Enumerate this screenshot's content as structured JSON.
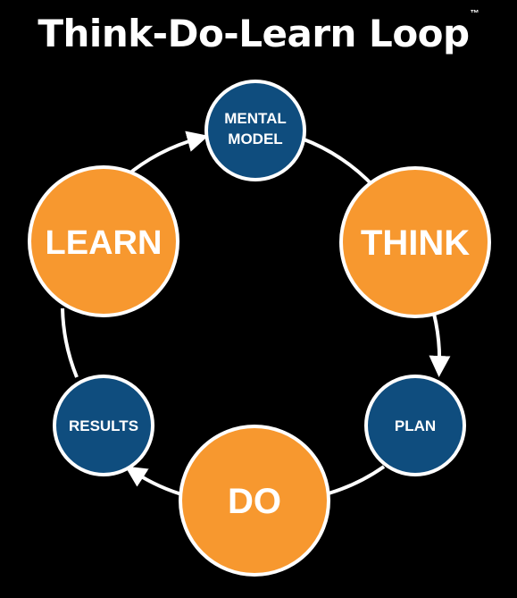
{
  "title": "Think-Do-Learn Loop",
  "trademark": "™",
  "colors": {
    "background": "#000000",
    "large_node": "#f7982f",
    "small_node": "#0f4d7e",
    "ring": "#ffffff",
    "text": "#ffffff"
  },
  "nodes": {
    "mental_model": {
      "lines": [
        "MENTAL",
        "MODEL"
      ]
    },
    "think": {
      "lines": [
        "THINK"
      ]
    },
    "plan": {
      "lines": [
        "PLAN"
      ]
    },
    "do": {
      "lines": [
        "DO"
      ]
    },
    "results": {
      "lines": [
        "RESULTS"
      ]
    },
    "learn": {
      "lines": [
        "LEARN"
      ]
    }
  }
}
